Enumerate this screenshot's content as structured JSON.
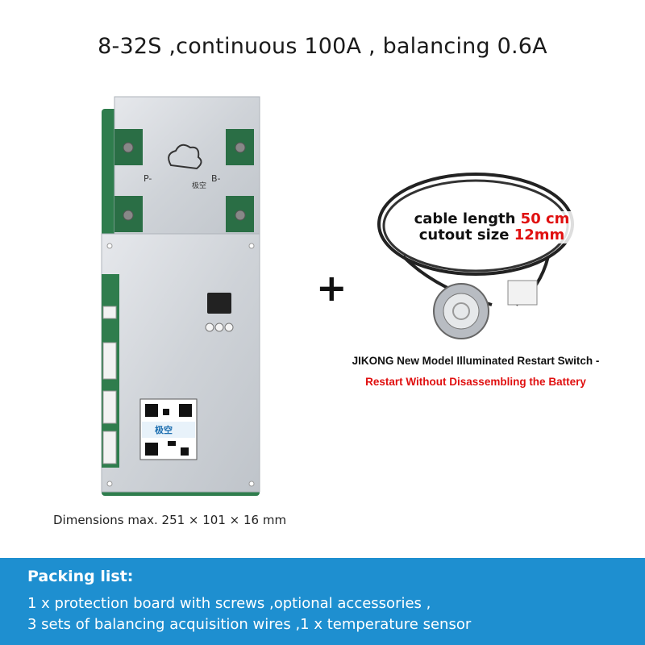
{
  "title": "8-32S ,continuous 100A , balancing 0.6A",
  "board": {
    "label_p": "P-",
    "label_b": "B-",
    "logo_text": "极空",
    "qr_logo_text": "极空"
  },
  "dimensions": "Dimensions max. 251 × 101 × 16 mm",
  "plus_sign": "+",
  "cable": {
    "length_label": "cable length ",
    "length_value": "50 cm",
    "cutout_label": "cutout size ",
    "cutout_value": "12mm"
  },
  "switch": {
    "title": "JIKONG New Model Illuminated Restart Switch -",
    "subtitle": "Restart Without Disassembling the Battery"
  },
  "packing": {
    "heading": "Packing list:",
    "line1": " 1 x protection board with screws ,optional accessories ,",
    "line2": " 3 sets of balancing acquisition wires ,1 x temperature sensor"
  },
  "colors": {
    "banner": "#1e8fd0",
    "highlight": "#e01010",
    "board_green": "#2f7d4d",
    "board_metal": "#d4d7dc"
  }
}
